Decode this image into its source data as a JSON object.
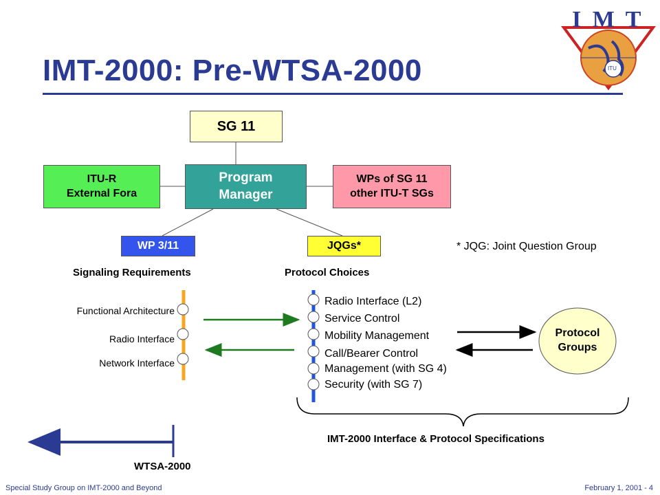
{
  "title": "IMT-2000: Pre-WTSA-2000",
  "logo": {
    "text": "I M T",
    "emblem_text": "ITU"
  },
  "org_boxes": {
    "sg11": "SG 11",
    "program_manager": [
      "Program",
      "Manager"
    ],
    "itu_r": [
      "ITU-R",
      "External Fora"
    ],
    "wps": [
      "WPs of SG 11",
      "other ITU-T SGs"
    ],
    "wp311": "WP 3/11",
    "jqgs": "JQGs*"
  },
  "footnote": "* JQG: Joint Question Group",
  "signaling": {
    "heading": "Signaling Requirements",
    "items": [
      "Functional Architecture",
      "Radio Interface",
      "Network Interface"
    ]
  },
  "protocol": {
    "heading": "Protocol Choices",
    "items": [
      "Radio Interface (L2)",
      "Service Control",
      "Mobility Management",
      "Call/Bearer Control",
      "Management (with SG 4)",
      "Security (with SG 7)"
    ]
  },
  "protocol_groups": [
    "Protocol",
    "Groups"
  ],
  "brace_label": "IMT-2000 Interface & Protocol Specifications",
  "wtsa_label": "WTSA-2000",
  "footer": {
    "left": "Special Study Group on IMT-2000 and Beyond",
    "right": "February 1, 2001 - 4"
  },
  "colors": {
    "title": "#2b3a93",
    "sg11": "#ffffcc",
    "program_manager": "#33a399",
    "itu_r": "#55ee55",
    "wps": "#ff99aa",
    "wp311": "#3355ee",
    "jqgs": "#ffff33",
    "protocol_groups": "#ffffcc",
    "signaling_bar": "#f5a623",
    "protocol_bar": "#2255dd",
    "green_arrow": "#1e7a1e",
    "timeline": "#2b3a93"
  }
}
